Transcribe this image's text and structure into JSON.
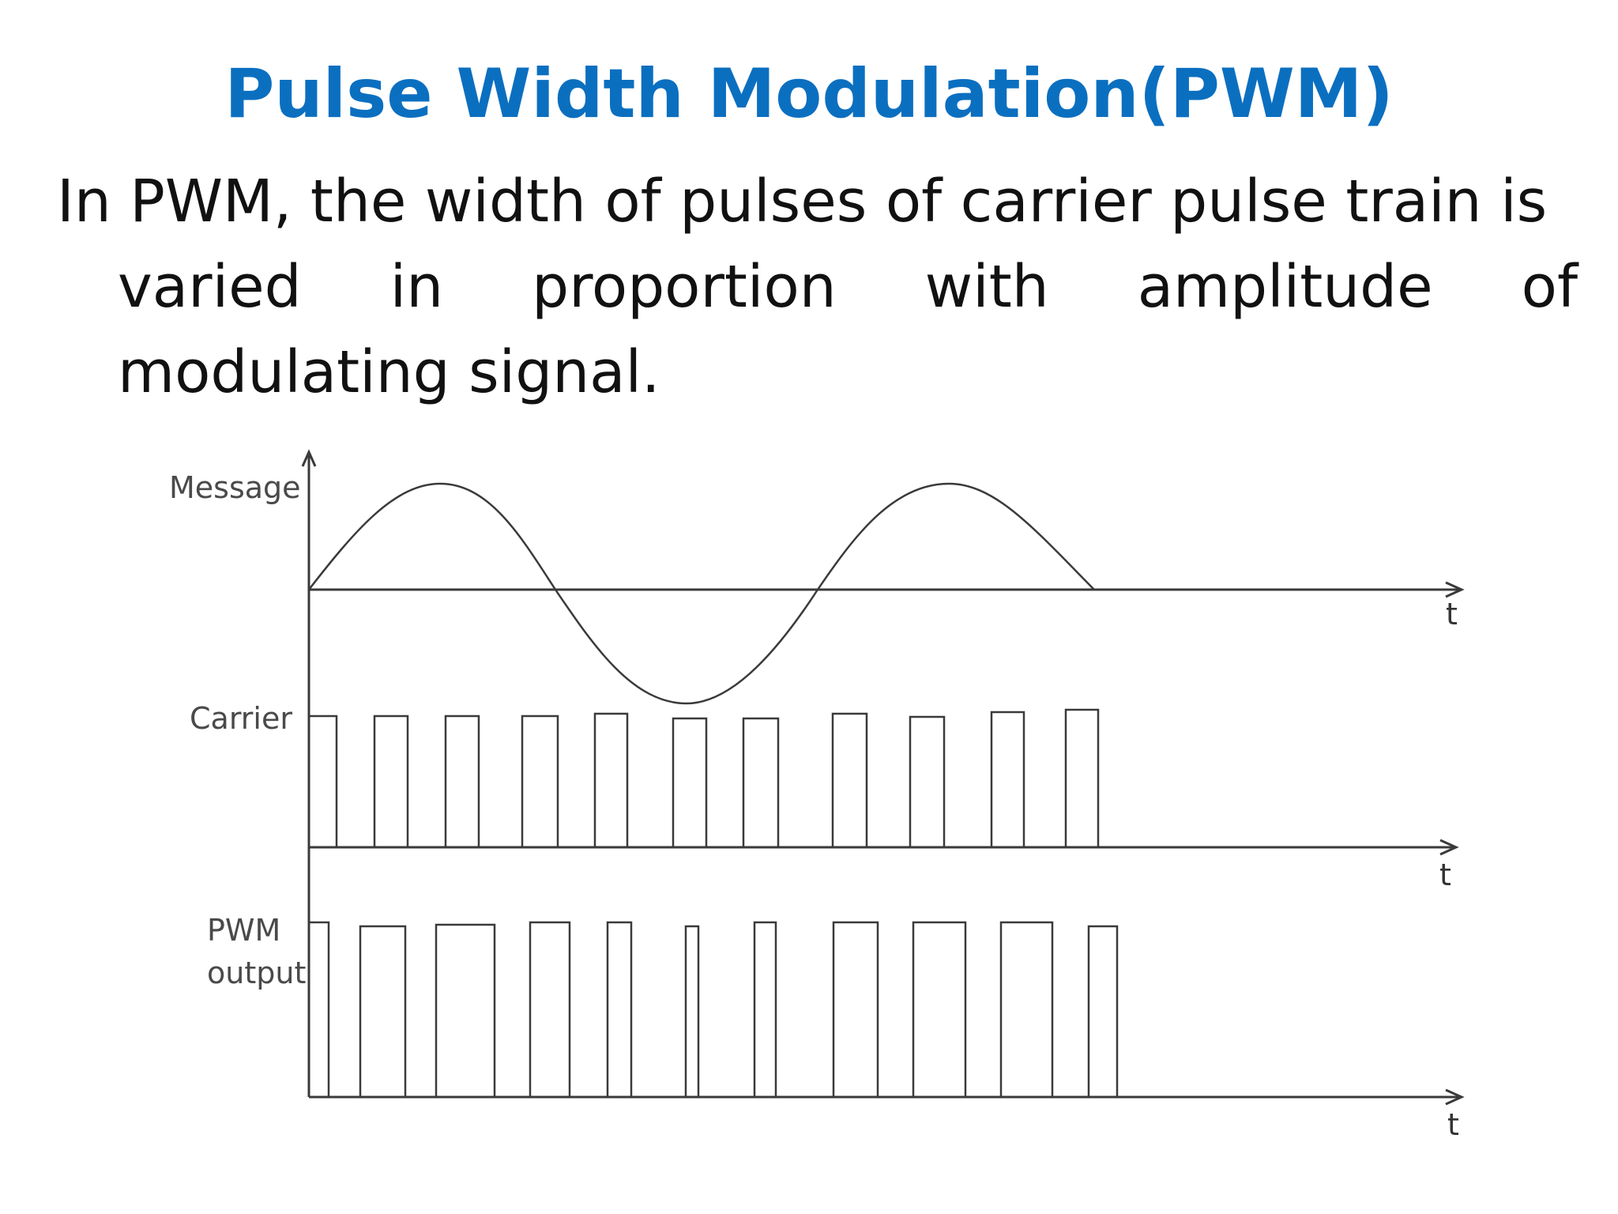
{
  "slide": {
    "title": "Pulse Width Modulation(PWM)",
    "line1": "In PWM, the width of pulses of carrier pulse train is",
    "line2_words": [
      "varied",
      "in",
      "proportion",
      "with",
      "amplitude",
      "of"
    ],
    "line3": "modulating signal."
  },
  "diagram": {
    "labels": {
      "message": "Message",
      "carrier": "Carrier",
      "pwm_line1": "PWM",
      "pwm_line2": "output",
      "axis_time": "t"
    },
    "colors": {
      "title": "#0b6fc0",
      "text": "#111111",
      "lines": "#3a3a3a",
      "labels": "#4a4a4a"
    },
    "message_signal": {
      "shape": "sine",
      "cycles": 1.5
    },
    "carrier_pulse_count": 11,
    "pwm_pulse_count": 11
  }
}
